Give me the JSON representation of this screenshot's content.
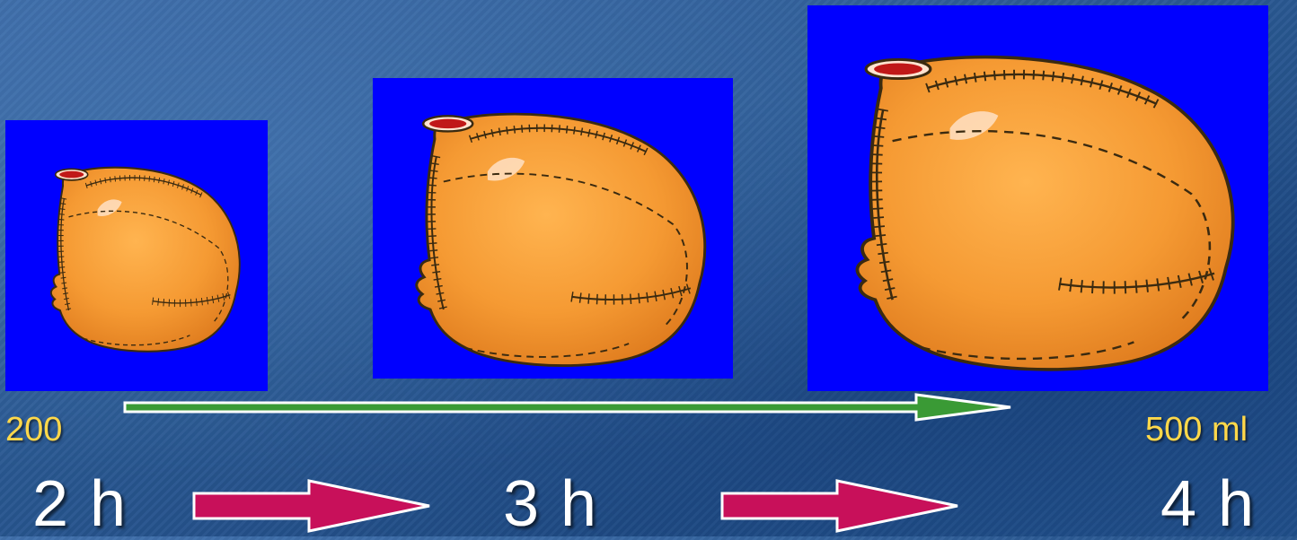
{
  "volume": {
    "start": "200",
    "end": "500 ml"
  },
  "times": [
    "2 h",
    "3 h",
    "4 h"
  ],
  "colors": {
    "panel_background": "#0000ff",
    "organ": "#f7a23a",
    "volume_arrow": "#3a9a35",
    "time_arrow": "#c8105a",
    "volume_text": "#ffd84a",
    "time_text": "#ffffff"
  },
  "icons": [
    "bladder-small-illustration",
    "bladder-medium-illustration",
    "bladder-large-illustration"
  ]
}
